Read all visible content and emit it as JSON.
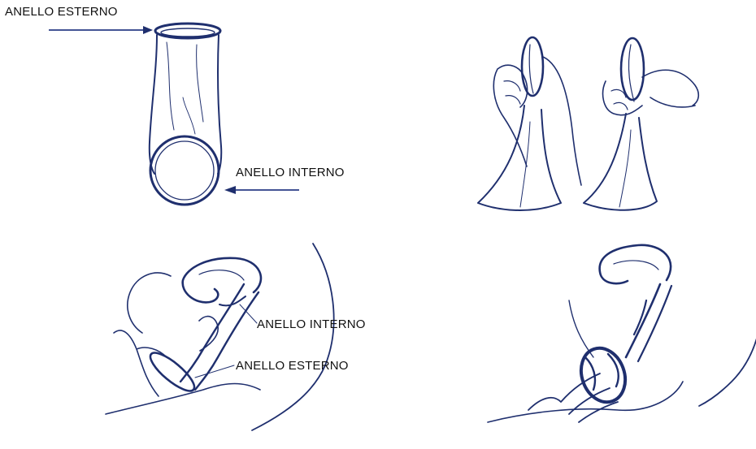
{
  "labels": {
    "outer_ring_top": "ANELLO ESTERNO",
    "inner_ring_top": "ANELLO INTERNO",
    "inner_ring_bottom": "ANELLO INTERNO",
    "outer_ring_bottom": "ANELLO ESTERNO"
  },
  "colors": {
    "ink": "#1f2f6e",
    "arrow": "#2a3c86",
    "text": "#111111",
    "background": "#ffffff"
  }
}
